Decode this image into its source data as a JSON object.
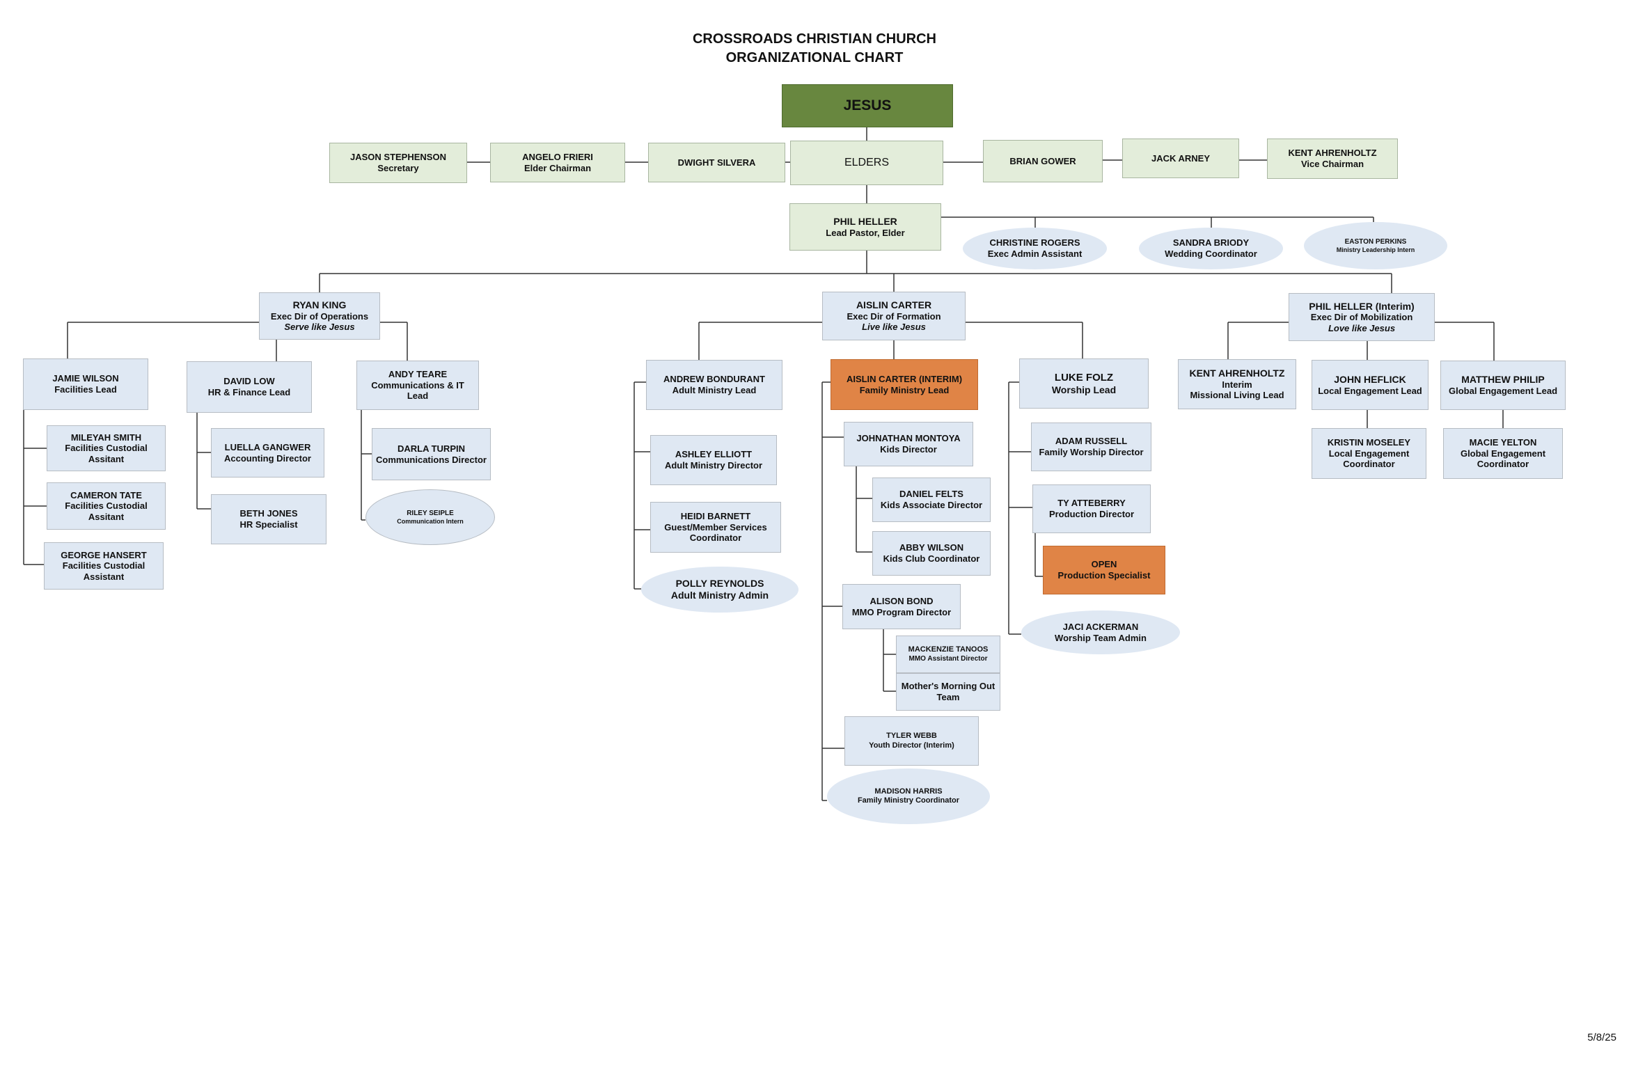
{
  "title_line1": "CROSSROADS CHRISTIAN CHURCH",
  "title_line2": "ORGANIZATIONAL CHART",
  "date": "5/8/25",
  "colors": {
    "leader": "#68873f",
    "elders": "#e3edda",
    "staff": "#dfe8f3",
    "open_or_interim": "#e08446",
    "line": "#333333"
  },
  "nodes": {
    "jesus": {
      "name": "JESUS"
    },
    "jason_stephenson": {
      "name": "JASON STEPHENSON",
      "role": "Secretary"
    },
    "angelo_frieri": {
      "name": "ANGELO FRIERI",
      "role": "Elder Chairman"
    },
    "dwight_silvera": {
      "name": "DWIGHT  SILVERA"
    },
    "elders": {
      "name": "ELDERS"
    },
    "brian_gower": {
      "name": "BRIAN GOWER"
    },
    "jack_arney": {
      "name": "JACK ARNEY"
    },
    "kent_ahrenholtz_vc": {
      "name": "KENT AHRENHOLTZ",
      "role": "Vice Chairman"
    },
    "phil_heller": {
      "name": "PHIL HELLER",
      "role": "Lead Pastor, Elder"
    },
    "christine_rogers": {
      "name": "CHRISTINE ROGERS",
      "role": "Exec Admin Assistant"
    },
    "sandra_briody": {
      "name": "SANDRA BRIODY",
      "role": "Wedding Coordinator"
    },
    "easton_perkins": {
      "name": "EASTON PERKINS",
      "role": "Ministry  Leadership Intern"
    },
    "ryan_king": {
      "name": "RYAN KING",
      "role": "Exec Dir of Operations",
      "tagline": "Serve like Jesus"
    },
    "aislin_carter": {
      "name": "AISLIN CARTER",
      "role": "Exec Dir of Formation",
      "tagline": "Live like Jesus"
    },
    "phil_heller_interim": {
      "name": "PHIL HELLER (Interim)",
      "role": "Exec Dir of Mobilization",
      "tagline": "Love like Jesus"
    },
    "jamie_wilson": {
      "name": "JAMIE WILSON",
      "role": "Facilities  Lead"
    },
    "mileyah_smith": {
      "name": "MILEYAH SMITH",
      "role": "Facilities  Custodial",
      "role2": "Assitant"
    },
    "cameron_tate": {
      "name": "CAMERON TATE",
      "role": "Facilities  Custodial",
      "role2": "Assitant"
    },
    "george_hansert": {
      "name": "GEORGE HANSERT",
      "role": "Facilities Custodial",
      "role2": "Assistant"
    },
    "david_low": {
      "name": "DAVID LOW",
      "role": "HR & Finance Lead"
    },
    "luella_gangwer": {
      "name": "LUELLA GANGWER",
      "role": "Accounting Director"
    },
    "beth_jones": {
      "name": "BETH JONES",
      "role": "HR Specialist"
    },
    "andy_teare": {
      "name": "ANDY TEARE",
      "role": "Communications & IT Lead"
    },
    "darla_turpin": {
      "name": "DARLA TURPIN",
      "role": "Communications Director"
    },
    "riley_seiple": {
      "name": "RILEY SEIPLE",
      "role": "Communication Intern"
    },
    "andrew_bondurant": {
      "name": "ANDREW BONDURANT",
      "role": "Adult Ministry  Lead"
    },
    "ashley_elliott": {
      "name": "ASHLEY ELLIOTT",
      "role": "Adult Ministry  Director"
    },
    "heidi_barnett": {
      "name": "HEIDI BARNETT",
      "role": "Guest/Member Services",
      "role2": "Coordinator"
    },
    "polly_reynolds": {
      "name": "POLLY REYNOLDS",
      "role": "Adult Ministry  Admin"
    },
    "aislin_carter_interim": {
      "name": "AISLIN CARTER (INTERIM)",
      "role": "Family Ministry Lead"
    },
    "johnathan_montoya": {
      "name": "JOHNATHAN MONTOYA",
      "role": "Kids Director"
    },
    "daniel_felts": {
      "name": "DANIEL FELTS",
      "role": "Kids Associate Director"
    },
    "abby_wilson": {
      "name": "ABBY WILSON",
      "role": "Kids Club Coordinator"
    },
    "alison_bond": {
      "name": "ALISON BOND",
      "role": "MMO Program Director"
    },
    "mackenzie_tanoos": {
      "name": "MACKENZIE TANOOS",
      "role": "MMO Assistant Director"
    },
    "mmo_team": {
      "name": "Mother's Morning Out",
      "role": "Team"
    },
    "tyler_webb": {
      "name": "TYLER WEBB",
      "role": "Youth Director (Interim)"
    },
    "madison_harris": {
      "name": "MADISON HARRIS",
      "role": "Family Ministry Coordinator"
    },
    "luke_folz": {
      "name": "LUKE FOLZ",
      "role": "Worship Lead"
    },
    "adam_russell": {
      "name": "ADAM RUSSELL",
      "role": "Family Worship Director"
    },
    "ty_atteberry": {
      "name": "TY ATTEBERRY",
      "role": "Production Director"
    },
    "open": {
      "name": "OPEN",
      "role": "Production Specialist"
    },
    "jaci_ackerman": {
      "name": "JACI ACKERMAN",
      "role": "Worship Team Admin"
    },
    "kent_ahrenholtz": {
      "name": "KENT AHRENHOLTZ",
      "role": "Interim",
      "role2": "Missional Living Lead"
    },
    "john_heflick": {
      "name": "JOHN HEFLICK",
      "role": "Local Engagement Lead"
    },
    "kristin_moseley": {
      "name": "KRISTIN MOSELEY",
      "role": "Local Engagement",
      "role2": "Coordinator"
    },
    "matthew_philip": {
      "name": "MATTHEW PHILIP",
      "role": "Global Engagement Lead"
    },
    "macie_yelton": {
      "name": "MACIE YELTON",
      "role": "Global Engagement",
      "role2": "Coordinator"
    }
  }
}
